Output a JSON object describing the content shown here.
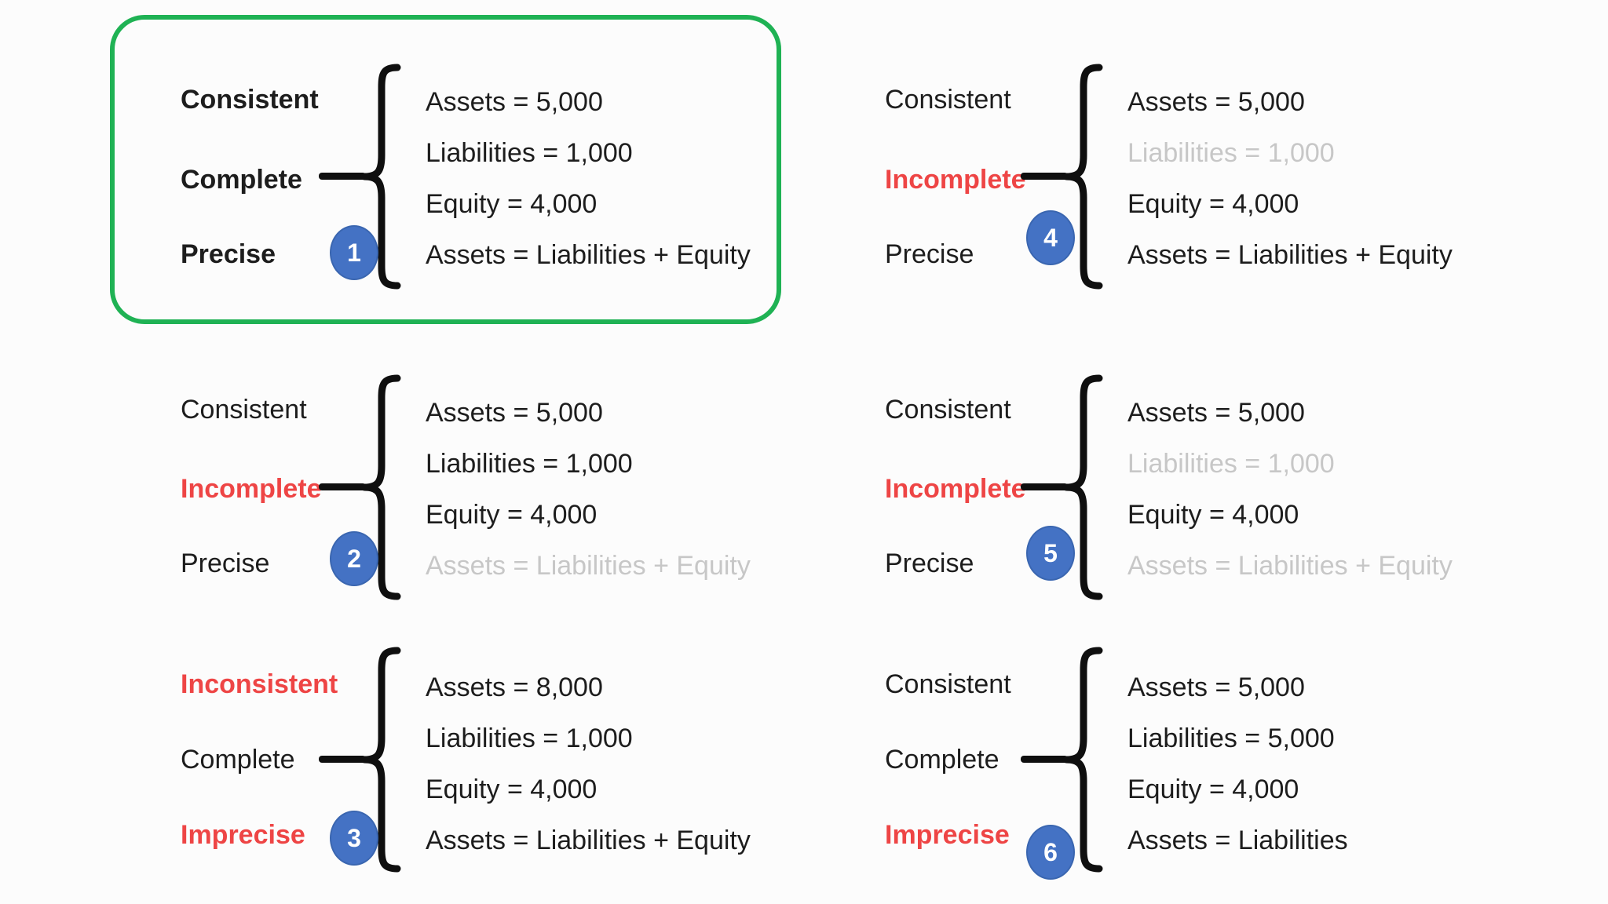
{
  "palette": {
    "background": "#fcfcfc",
    "highlight_green": "#1fb254",
    "badge_blue": "#4472c4",
    "alert_red": "#ee4545",
    "muted_gray": "#c7c7c7",
    "text_black": "#1d1d1d"
  },
  "panels": [
    {
      "number": "1",
      "highlighted": true,
      "labels": [
        {
          "text": "Consistent",
          "state": "bold-black"
        },
        {
          "text": "Complete",
          "state": "bold-black"
        },
        {
          "text": "Precise",
          "state": "bold-black"
        }
      ],
      "equations": [
        {
          "text": "Assets = 5,000",
          "state": "black"
        },
        {
          "text": "Liabilities = 1,000",
          "state": "black"
        },
        {
          "text": "Equity = 4,000",
          "state": "black"
        },
        {
          "text": "Assets = Liabilities + Equity",
          "state": "black"
        }
      ]
    },
    {
      "number": "2",
      "highlighted": false,
      "labels": [
        {
          "text": "Consistent",
          "state": "black"
        },
        {
          "text": "Incomplete",
          "state": "red"
        },
        {
          "text": "Precise",
          "state": "black"
        }
      ],
      "equations": [
        {
          "text": "Assets = 5,000",
          "state": "black"
        },
        {
          "text": "Liabilities = 1,000",
          "state": "black"
        },
        {
          "text": "Equity = 4,000",
          "state": "black"
        },
        {
          "text": "Assets = Liabilities + Equity",
          "state": "gray"
        }
      ]
    },
    {
      "number": "3",
      "highlighted": false,
      "labels": [
        {
          "text": "Inconsistent",
          "state": "red"
        },
        {
          "text": "Complete",
          "state": "black"
        },
        {
          "text": "Imprecise",
          "state": "red"
        }
      ],
      "equations": [
        {
          "text": "Assets = 8,000",
          "state": "black"
        },
        {
          "text": "Liabilities = 1,000",
          "state": "black"
        },
        {
          "text": "Equity = 4,000",
          "state": "black"
        },
        {
          "text": "Assets = Liabilities + Equity",
          "state": "black"
        }
      ]
    },
    {
      "number": "4",
      "highlighted": false,
      "labels": [
        {
          "text": "Consistent",
          "state": "black"
        },
        {
          "text": "Incomplete",
          "state": "red"
        },
        {
          "text": "Precise",
          "state": "black"
        }
      ],
      "equations": [
        {
          "text": "Assets = 5,000",
          "state": "black"
        },
        {
          "text": "Liabilities = 1,000",
          "state": "gray"
        },
        {
          "text": "Equity = 4,000",
          "state": "black"
        },
        {
          "text": "Assets = Liabilities + Equity",
          "state": "black"
        }
      ]
    },
    {
      "number": "5",
      "highlighted": false,
      "labels": [
        {
          "text": "Consistent",
          "state": "black"
        },
        {
          "text": "Incomplete",
          "state": "red"
        },
        {
          "text": "Precise",
          "state": "black"
        }
      ],
      "equations": [
        {
          "text": "Assets = 5,000",
          "state": "black"
        },
        {
          "text": "Liabilities = 1,000",
          "state": "gray"
        },
        {
          "text": "Equity = 4,000",
          "state": "black"
        },
        {
          "text": "Assets = Liabilities + Equity",
          "state": "gray"
        }
      ]
    },
    {
      "number": "6",
      "highlighted": false,
      "labels": [
        {
          "text": "Consistent",
          "state": "black"
        },
        {
          "text": "Complete",
          "state": "black"
        },
        {
          "text": "Imprecise",
          "state": "red"
        }
      ],
      "equations": [
        {
          "text": "Assets = 5,000",
          "state": "black"
        },
        {
          "text": "Liabilities = 5,000",
          "state": "black"
        },
        {
          "text": "Equity = 4,000",
          "state": "black"
        },
        {
          "text": "Assets = Liabilities",
          "state": "black"
        }
      ]
    }
  ]
}
